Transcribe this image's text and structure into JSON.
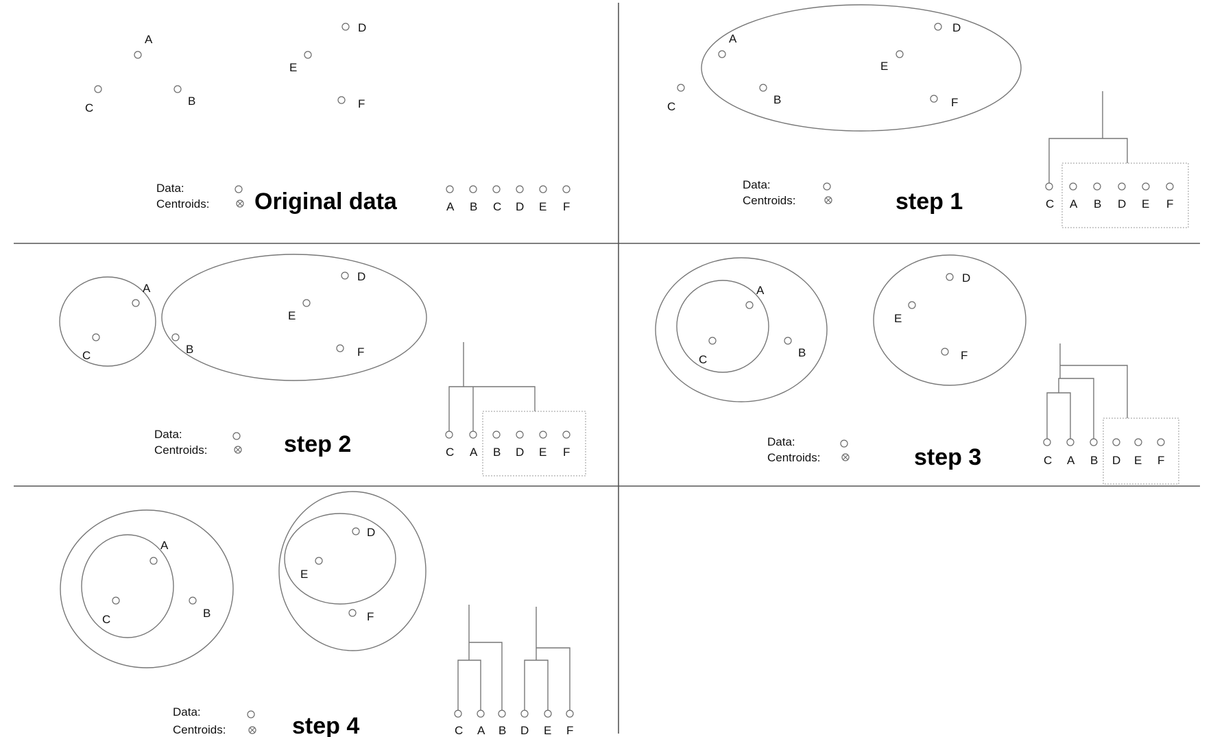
{
  "legend": {
    "data_label": "Data:",
    "centroids_label": "Centroids:"
  },
  "panels": [
    {
      "title": "Original data",
      "leaves": [
        "A",
        "B",
        "C",
        "D",
        "E",
        "F"
      ]
    },
    {
      "title": "step 1",
      "leaves": [
        "C",
        "A",
        "B",
        "D",
        "E",
        "F"
      ]
    },
    {
      "title": "step 2",
      "leaves": [
        "C",
        "A",
        "B",
        "D",
        "E",
        "F"
      ]
    },
    {
      "title": "step 3",
      "leaves": [
        "C",
        "A",
        "B",
        "D",
        "E",
        "F"
      ]
    },
    {
      "title": "step 4",
      "leaves": [
        "C",
        "A",
        "B",
        "D",
        "E",
        "F"
      ]
    }
  ],
  "points": [
    "A",
    "B",
    "C",
    "D",
    "E",
    "F"
  ]
}
